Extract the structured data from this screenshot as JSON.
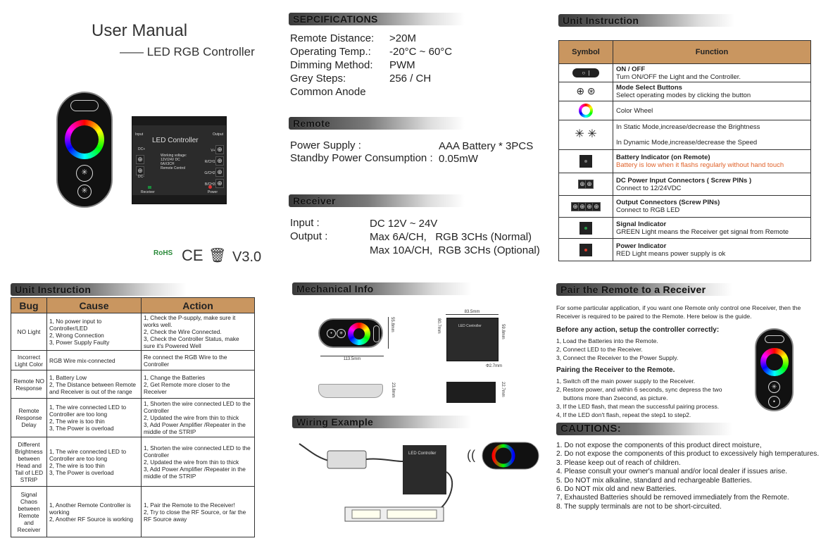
{
  "cover": {
    "title": "User Manual",
    "subtitle": "—— LED RGB Controller",
    "version": "V3.0",
    "cert_rohs": "RoHS",
    "cert_ce": "CE",
    "controller": {
      "title": "LED Controller",
      "input": "Input",
      "output": "Output",
      "dc_plus": "DC+",
      "dc_minus": "DC-",
      "v_plus": "V+",
      "r": "R/CH1",
      "g": "G/CH2",
      "b": "B/CH3",
      "spec1": "Working voltage: 12V/24V DC",
      "spec2": "6AX3CH",
      "spec3": "Remote Control",
      "receiver": "Receiver",
      "power": "Power"
    }
  },
  "troubleshooting": {
    "heading": "Unit Instruction",
    "headers": [
      "Bug",
      "Cause",
      "Action"
    ],
    "rows": [
      {
        "bug": "NO Light",
        "cause": [
          "1, No power input to Controller/LED",
          "2, Wrong Connection",
          "3, Power Supply Faulty"
        ],
        "action": [
          "1, Check the P-supply, make sure it works well.",
          "2, Check the Wire Connected.",
          "3, Check the Controller Status, make sure it's Powered Well"
        ]
      },
      {
        "bug": "Incorrect Light Color",
        "cause": [
          "RGB Wire mix-connected"
        ],
        "action": [
          "Re connect the RGB Wire to the Controller"
        ]
      },
      {
        "bug": "Remote NO Response",
        "cause": [
          "1, Battery Low",
          "2, The Distance between Remote and Receiver is out of the range"
        ],
        "action": [
          "1, Change the Batteries",
          "2, Get Remote more closer to the Receiver"
        ]
      },
      {
        "bug": "Remote Response Delay",
        "cause": [
          "1, The wire connected LED to Controller are too long",
          "2, The wire is too thin",
          "3, The Power is overload"
        ],
        "action": [
          "1, Shorten the wire connected LED to the Controller",
          "2, Updated the wire from thin to thick",
          "3, Add Power Amplifier /Repeater in the middle of the STRIP"
        ]
      },
      {
        "bug": "Different Brightness between Head and Tail of LED STRIP",
        "cause": [
          "1, The wire connected LED to Controller are too long",
          "2, The wire is too thin",
          "3, The Power is overload"
        ],
        "action": [
          "1, Shorten the wire connected LED to the Controller",
          "2, Updated the wire from thin to thick",
          "3, Add Power Amplifier /Repeater in the middle of the STRIP"
        ]
      },
      {
        "bug": "Signal Chaos between Remote and Receiver",
        "cause": [
          "1, Another Remote Controller is working",
          "2, Another RF Source is working"
        ],
        "action": [
          "1, Pair the Remote to the Receiver!",
          "2, Try to close the RF Source, or far the RF Source away"
        ]
      }
    ]
  },
  "specifications": {
    "heading": "SEPCIFICATIONS",
    "items": [
      {
        "label": "Remote Distance:",
        "value": ">20M"
      },
      {
        "label": "Operating Temp.:",
        "value": "-20°C ~ 60°C"
      },
      {
        "label": "Dimming Method:",
        "value": "PWM"
      },
      {
        "label": "Grey Steps:",
        "value": "256 / CH"
      },
      {
        "label": "Common Anode",
        "value": ""
      }
    ]
  },
  "remote": {
    "heading": "Remote",
    "items": [
      {
        "label": "Power Supply :",
        "value": "AAA Battery * 3PCS"
      },
      {
        "label": "Standby Power Consumption :",
        "value": "0.05mW"
      }
    ]
  },
  "receiver": {
    "heading": "Receiver",
    "input_label": "Input :",
    "input_value": "DC 12V ~ 24V",
    "output_label": "Output :",
    "output_values": [
      "Max 6A/CH,   RGB 3CHs (Normal)",
      "Max 10A/CH,  RGB 3CHs (Optional)"
    ]
  },
  "mechanical": {
    "heading": "Mechanical Info",
    "dims": {
      "remote_length": "113.5mm",
      "remote_height": "55.8mm",
      "remote_thickness": "23.8mm",
      "ctrl_width": "83.5mm",
      "ctrl_height": "80.7mm",
      "ctrl_inner": "59.8mm",
      "hole": "Φ2.7mm",
      "ctrl_thickness": "22.7mm"
    }
  },
  "wiring": {
    "heading": "Wiring Example"
  },
  "symbols": {
    "heading": "Unit Instruction",
    "headers": [
      "Symbol",
      "Function"
    ],
    "rows": [
      {
        "title": "ON / OFF",
        "desc": "Turn ON/OFF the Light and the Controller."
      },
      {
        "title": "Mode Select Buttons",
        "desc": "Select operating modes by clicking the button"
      },
      {
        "title": "",
        "desc": "Color Wheel"
      },
      {
        "title": "",
        "desc": "In Static Mode,increase/decrease  the Brightness",
        "desc2": "In Dynamic Mode,increase/decrease the Speed"
      },
      {
        "title": "Battery Indicator (on Remote)",
        "desc": "Battery is low when it flashs regularly without hand touch"
      },
      {
        "title": "DC Power Input Connectors ( Screw PINs )",
        "desc": "Connect to 12/24VDC"
      },
      {
        "title": "Output Connectors (Screw PINs)",
        "desc": "Connect to RGB LED"
      },
      {
        "title": "Signal Indicator",
        "desc": "GREEN Light means the Receiver get signal from Remote"
      },
      {
        "title": "Power Indicator",
        "desc": "RED Light means power supply is ok"
      }
    ],
    "warn_color": "#e0622a"
  },
  "pairing": {
    "heading": "Pair the Remote to a Receiver",
    "intro": "For some particular application, if you want one Remote only control one Receiver, then the Receiver is required to be paired to the Remote. Here below is the guide.",
    "setup_title": "Before any action, setup the controller correctly:",
    "setup": [
      "1, Load the Batteries into the Remote.",
      "2, Connect LED to the Receiver.",
      "3, Connect the Receiver to the Power Supply."
    ],
    "pair_title": "Pairing the Receiver to the Remote.",
    "steps": [
      "1, Switch off the main power supply to the Receiver.",
      "2, Restore power, and within 6 seconds, sync depress the two buttons more than 2second, as picture.",
      "3, If the LED flash, that mean the successful pairing process.",
      "4, If the LED don't flash, repeat the step1 to step2."
    ]
  },
  "cautions": {
    "heading": "CAUTIONS:",
    "items": [
      "1. Do not expose the components of this product direct moisture,",
      "2. Do not expose the components of this product to excessively high temperatures.",
      "3. Please keep out of reach of children.",
      "4. Please consult your owner's manual and/or local dealer if issues arise.",
      "5. Do NOT mix alkaline, standard and rechargeable Batteries.",
      "6. Do NOT mix old and new Batteries.",
      "7, Exhausted Batteries should be removed immediately from the Remote.",
      "8. The supply terminals are not to be short-circuited."
    ]
  }
}
